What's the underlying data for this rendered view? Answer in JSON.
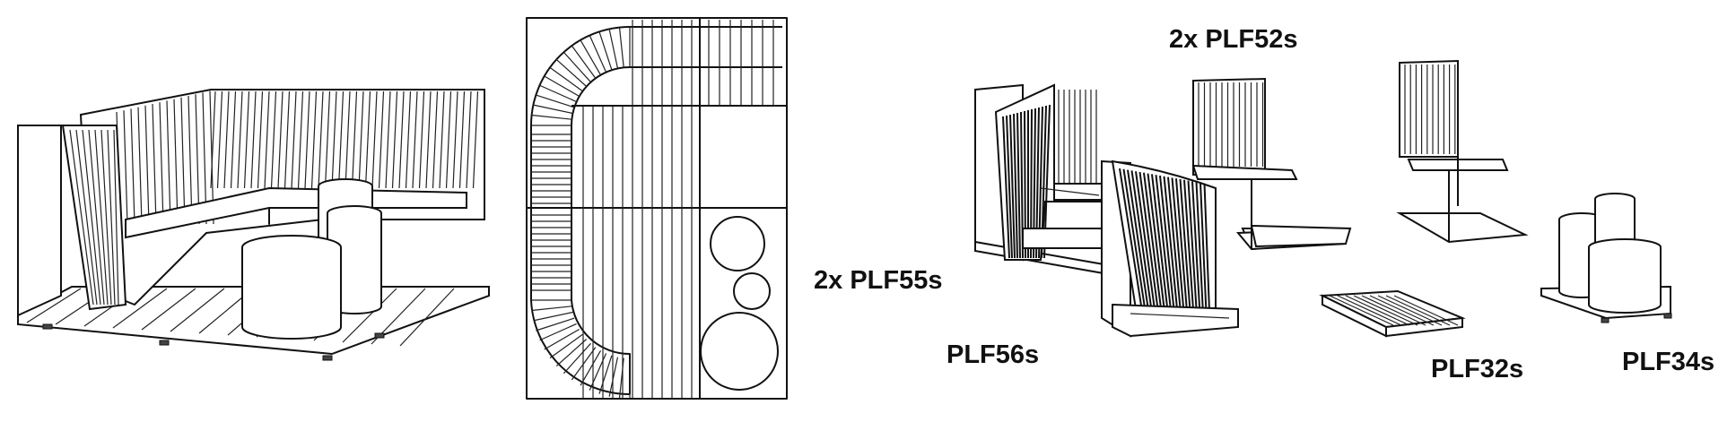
{
  "labels": {
    "plf52": "2x PLF52s",
    "plf55": "2x PLF55s",
    "plf56": "PLF56s",
    "plf32": "PLF32s",
    "plf34": "PLF34s"
  },
  "colors": {
    "line": "#111111",
    "background": "#ffffff",
    "hatch": "#444444"
  }
}
